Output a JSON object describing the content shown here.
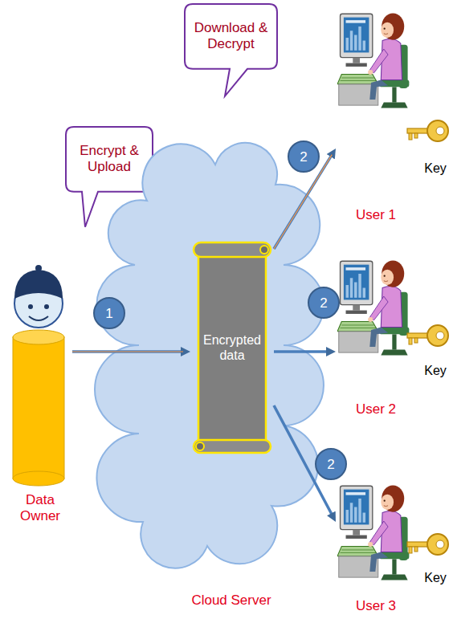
{
  "diagram": {
    "nodes": [
      {
        "text": [
          "Encrypt & Upload"
        ]
      },
      {
        "text": [
          "Download & Decrypt"
        ]
      },
      {
        "text": [
          "1"
        ]
      },
      {
        "text": [
          "Data Owner"
        ]
      },
      {
        "text": [
          "Cloud Server"
        ]
      },
      {
        "text": [
          "Encrypted data"
        ],
        "in": 4
      },
      {
        "text": [
          "2"
        ]
      },
      {
        "text": [
          "User 1"
        ]
      },
      {
        "text": [
          "2"
        ]
      },
      {
        "text": [
          "User 2"
        ]
      },
      {
        "text": [
          "2"
        ]
      },
      {
        "text": [
          "User 3"
        ]
      }
    ],
    "edges": [
      {
        "from": 3,
        "to": 5,
        "arrow": "to"
      },
      {
        "from": 5,
        "to": 7,
        "arrow": "to"
      },
      {
        "from": 5,
        "to": 9,
        "arrow": "to"
      },
      {
        "from": 5,
        "to": 11,
        "arrow": "to"
      }
    ],
    "labels": [
      "Key",
      "Key",
      "Key"
    ]
  }
}
